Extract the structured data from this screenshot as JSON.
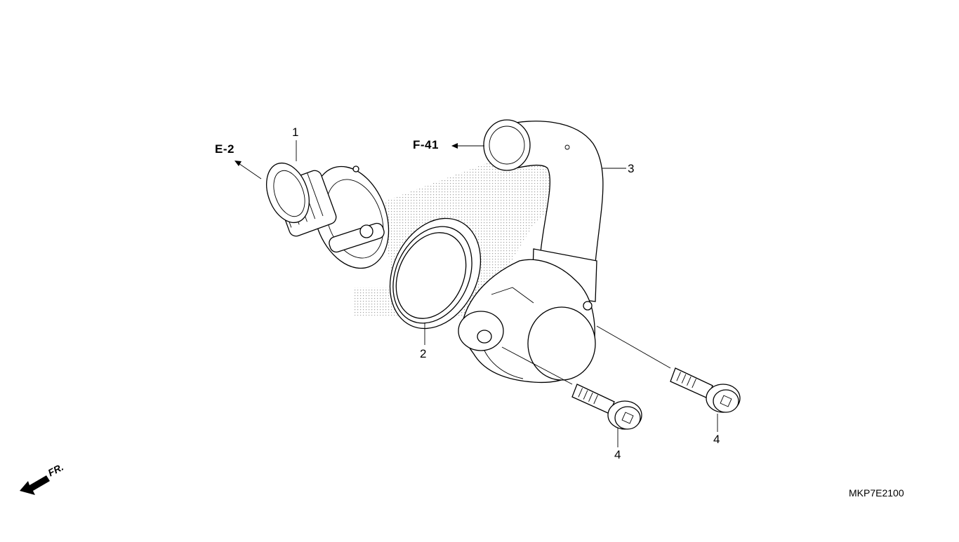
{
  "diagram": {
    "parts": [
      {
        "callout": "1",
        "component": "thermostat"
      },
      {
        "callout": "2",
        "component": "o-ring"
      },
      {
        "callout": "3",
        "component": "thermostat-housing"
      },
      {
        "callout": "4",
        "component": "flange-bolt"
      },
      {
        "callout": "4",
        "component": "flange-bolt"
      }
    ],
    "references": [
      {
        "label": "E-2"
      },
      {
        "label": "F-41"
      }
    ],
    "front_indicator": "FR.",
    "diagram_code": "MKP7E2100"
  }
}
